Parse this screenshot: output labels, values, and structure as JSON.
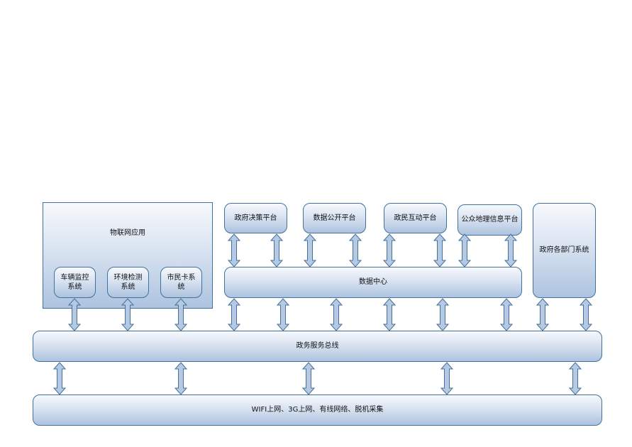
{
  "diagram": {
    "iot_app": {
      "title": "物联网应用",
      "subsystems": [
        "车辆监控系统",
        "环境检测系统",
        "市民卡系统"
      ]
    },
    "platforms": [
      "政府决策平台",
      "数据公开平台",
      "政民互动平台",
      "公众地理信息平台"
    ],
    "data_center": "数据中心",
    "gov_dept": "政府各部门系统",
    "service_bus": "政务服务总线",
    "network": "WIFI上网、3G上网、有线网络、脱机采集"
  },
  "colors": {
    "border": "#41719c",
    "fill_top": "#f7f9fd",
    "fill_bottom": "#adc3df",
    "arrow_fill": "#b6c9e3"
  }
}
